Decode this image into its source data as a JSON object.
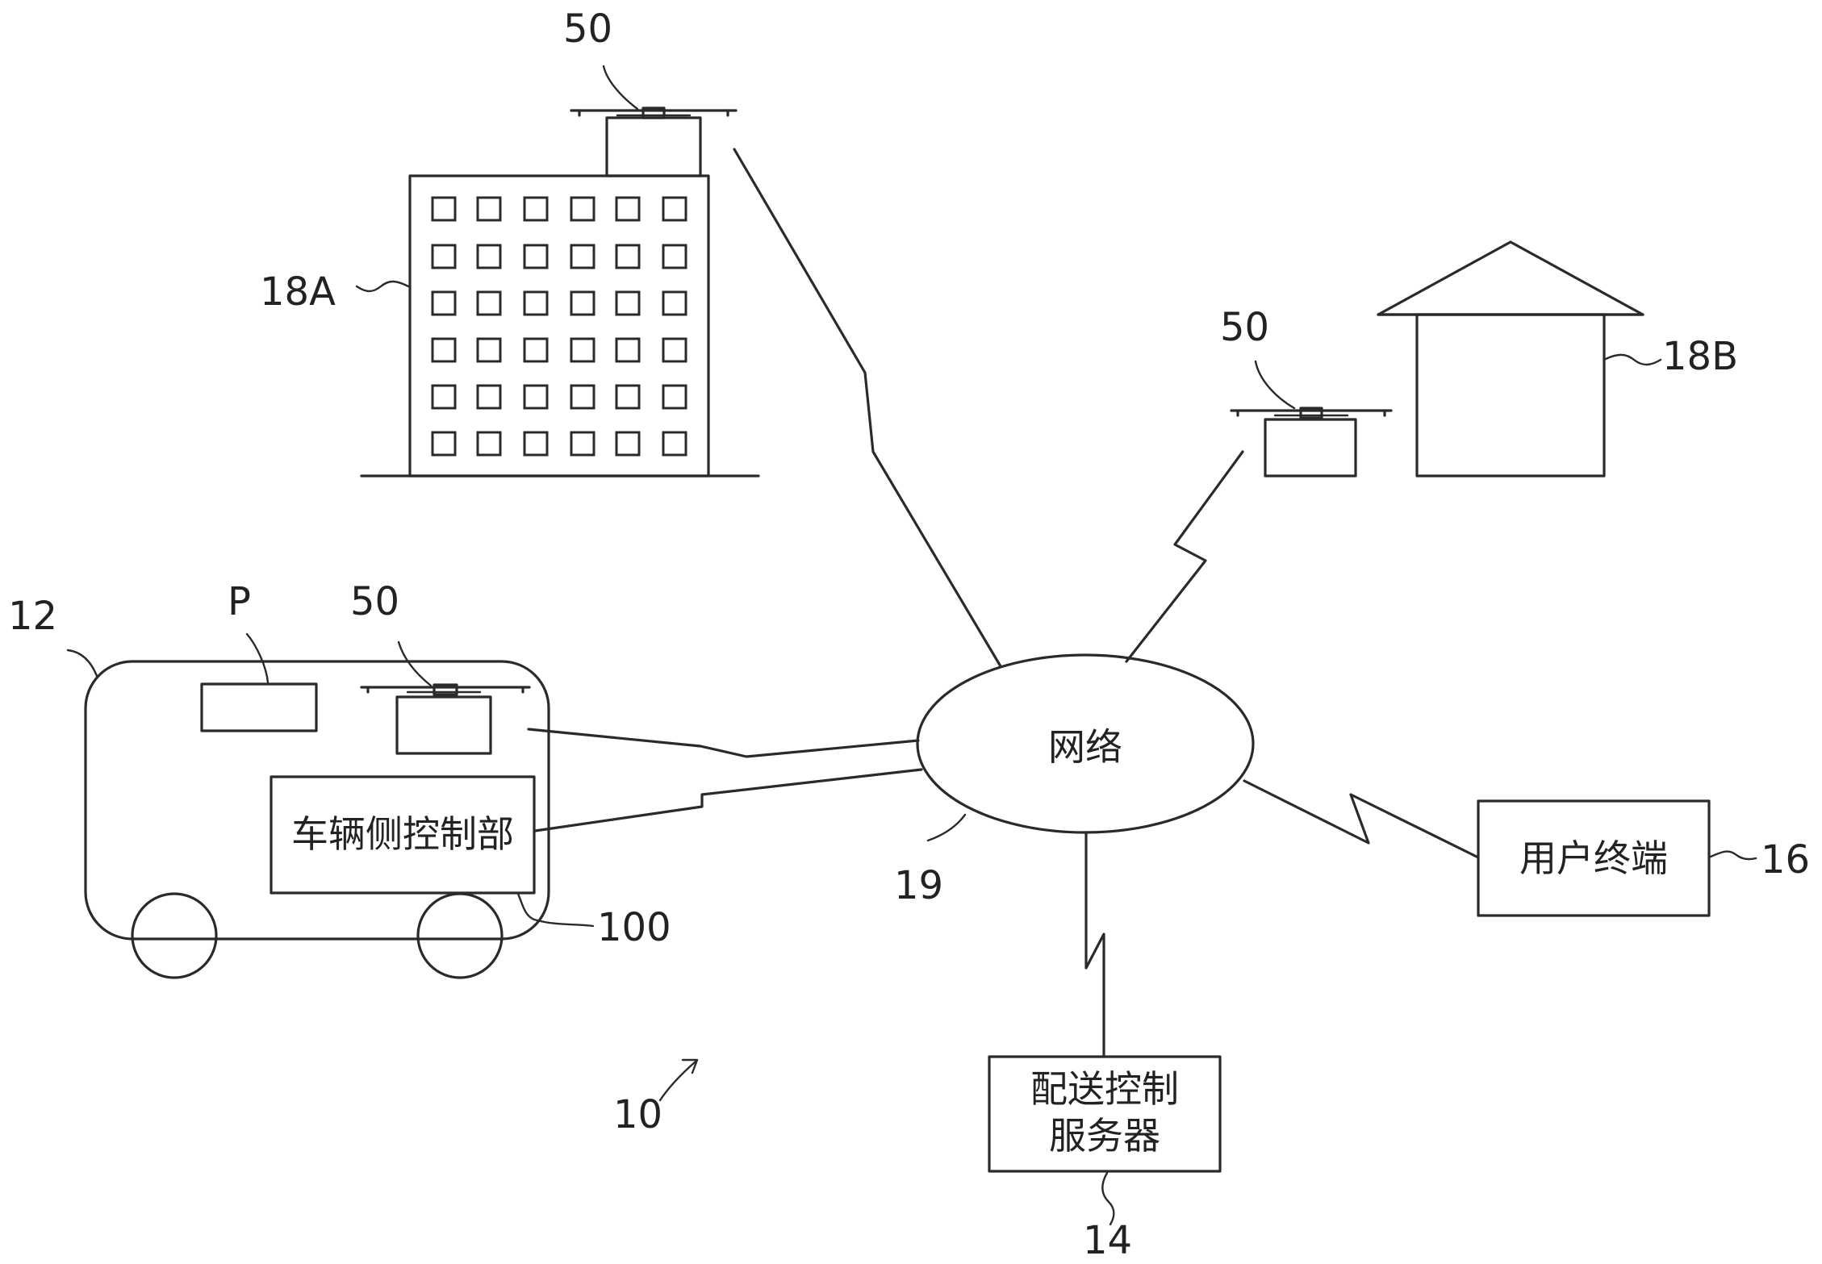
{
  "labels": {
    "system": "10",
    "vehicle": "12",
    "server_ref": "14",
    "terminal_ref": "16",
    "building_a": "18A",
    "house_b": "18B",
    "network_ref": "19",
    "drone_top": "50",
    "drone_house": "50",
    "drone_vehicle": "50",
    "package": "P",
    "vehicle_controller_ref": "100"
  },
  "network": {
    "label": "网络"
  },
  "vehicle_controller": {
    "label": "车辆侧控制部"
  },
  "user_terminal": {
    "label": "用户终端"
  },
  "delivery_server": {
    "line1": "配送控制",
    "line2": "服务器"
  }
}
